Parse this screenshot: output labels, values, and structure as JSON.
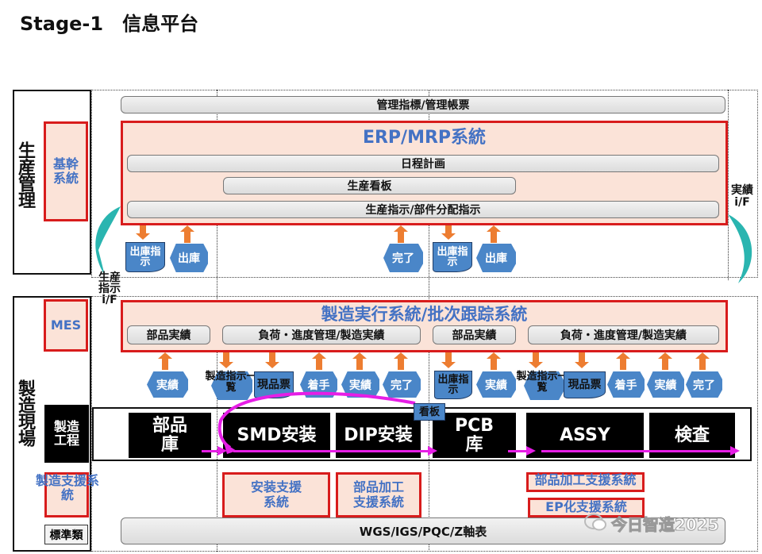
{
  "title": "Stage-1　信息平台",
  "colors": {
    "red": "#d81c1c",
    "blue": "#4472c4",
    "orange": "#ed7d31",
    "teal": "#2ab5b0",
    "magenta": "#e61ee6",
    "peach": "#fbe3d8"
  },
  "production_mgmt": {
    "label": "生産管理",
    "core_system": "基幹系統",
    "mgmt_bar": "管理指標/管理帳票",
    "erp": {
      "title": "ERP/MRP系統",
      "bars": [
        "日程計画",
        "生産看板",
        "生産指示/部件分配指示"
      ]
    },
    "right_if": "実績 i/F",
    "left_if": "生産指示 i/F",
    "flows": [
      "出庫指示",
      "出庫",
      "完了",
      "出庫指示",
      "出庫"
    ]
  },
  "shop_floor": {
    "label": "製造現場",
    "mes_label": "MES",
    "mes": {
      "title": "製造実行系統/批次跟踪系統",
      "bars": [
        "部品実績",
        "負荷・進度管理/製造実績",
        "部品実績",
        "負荷・進度管理/製造実績"
      ]
    },
    "flows": [
      "実績",
      "製造指示一覧",
      "現品票",
      "着手",
      "実績",
      "完了",
      "出庫指示",
      "実績",
      "製造指示一覧",
      "現品票",
      "着手",
      "実績",
      "完了"
    ],
    "kanban": "看板",
    "process_label": "製造工程",
    "processes": [
      "部品庫",
      "SMD安装",
      "DIP安装",
      "PCB库",
      "ASSY",
      "検査"
    ],
    "support_label": "製造支援系統",
    "supports": [
      "安装支援系統",
      "部品加工支援系統",
      "部品加工支援系統",
      "EP化支援系統"
    ],
    "standards_label": "標準類",
    "standards_bar": "WGS/IGS/PQC/Z軸表"
  },
  "watermark": "今日智造2025"
}
